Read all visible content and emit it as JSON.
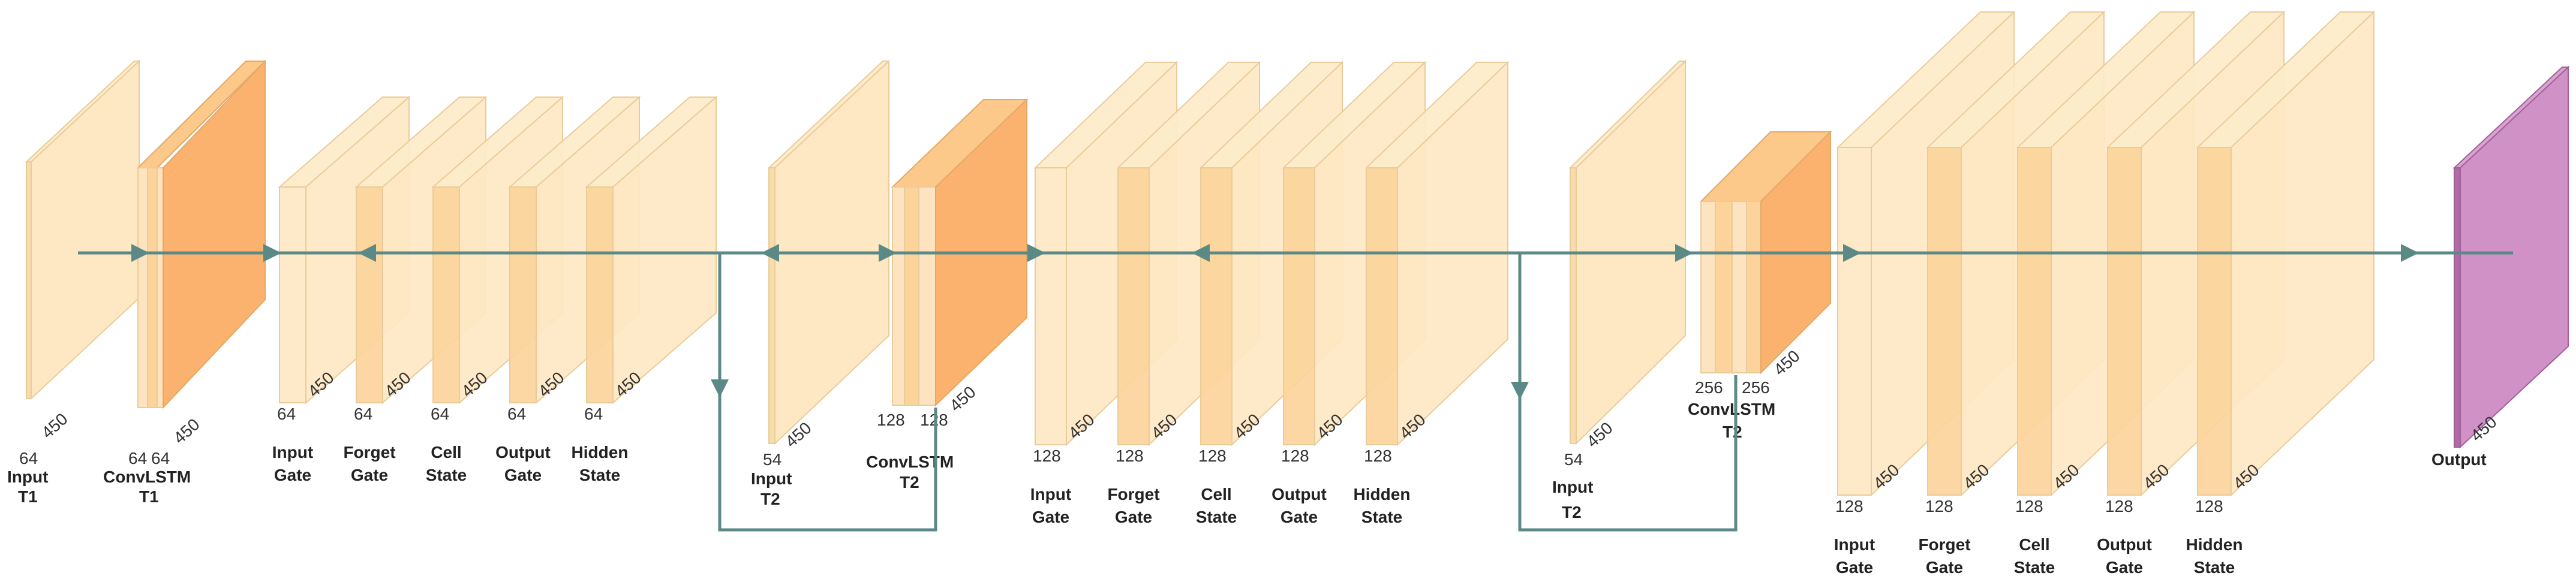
{
  "colors": {
    "light_face": "#fee7c3",
    "light_side": "#fdebc9",
    "light_edge": "#e9cc9a",
    "mid_face": "#fcd49b",
    "conv_face": "#fbb26f",
    "conv_side": "#fcc98a",
    "output_face": "#d091c6",
    "output_edge": "#a0609a",
    "arrow": "#5b8a86",
    "text": "#222222"
  },
  "stage1": {
    "input": {
      "label_line1": "Input",
      "label_line2": "T1",
      "channels": "64",
      "size": "450"
    },
    "convlstm": {
      "label_line1": "ConvLSTM",
      "label_line2": "T1",
      "ch_a": "64",
      "ch_b": "64",
      "size": "450"
    },
    "gates": [
      {
        "line1": "Input",
        "line2": "Gate",
        "channels": "64",
        "size": "450"
      },
      {
        "line1": "Forget",
        "line2": "Gate",
        "channels": "64",
        "size": "450"
      },
      {
        "line1": "Cell",
        "line2": "State",
        "channels": "64",
        "size": "450"
      },
      {
        "line1": "Output",
        "line2": "Gate",
        "channels": "64",
        "size": "450"
      },
      {
        "line1": "Hidden",
        "line2": "State",
        "channels": "64",
        "size": "450"
      }
    ]
  },
  "stage2": {
    "input": {
      "label_line1": "Input",
      "label_line2": "T2",
      "channels": "54",
      "size": "450"
    },
    "convlstm": {
      "label_line1": "ConvLSTM",
      "label_line2": "T2",
      "ch_a": "128",
      "ch_b": "128",
      "size": "450"
    },
    "gates": [
      {
        "line1": "Input",
        "line2": "Gate",
        "channels": "128",
        "size": "450"
      },
      {
        "line1": "Forget",
        "line2": "Gate",
        "channels": "128",
        "size": "450"
      },
      {
        "line1": "Cell",
        "line2": "State",
        "channels": "128",
        "size": "450"
      },
      {
        "line1": "Output",
        "line2": "Gate",
        "channels": "128",
        "size": "450"
      },
      {
        "line1": "Hidden",
        "line2": "State",
        "channels": "128",
        "size": "450"
      }
    ]
  },
  "stage3": {
    "input": {
      "label_line1": "Input",
      "label_line2": "T2",
      "channels": "54",
      "size": "450"
    },
    "convlstm": {
      "label_line1": "ConvLSTM",
      "label_line2": "T2",
      "ch_a": "256",
      "ch_b": "256",
      "size": "450"
    },
    "gates": [
      {
        "line1": "Input",
        "line2": "Gate",
        "channels": "128",
        "size": "450"
      },
      {
        "line1": "Forget",
        "line2": "Gate",
        "channels": "128",
        "size": "450"
      },
      {
        "line1": "Cell",
        "line2": "State",
        "channels": "128",
        "size": "450"
      },
      {
        "line1": "Output",
        "line2": "Gate",
        "channels": "128",
        "size": "450"
      },
      {
        "line1": "Hidden",
        "line2": "State",
        "channels": "128",
        "size": "450"
      }
    ]
  },
  "output": {
    "label": "Output",
    "size": "450"
  }
}
